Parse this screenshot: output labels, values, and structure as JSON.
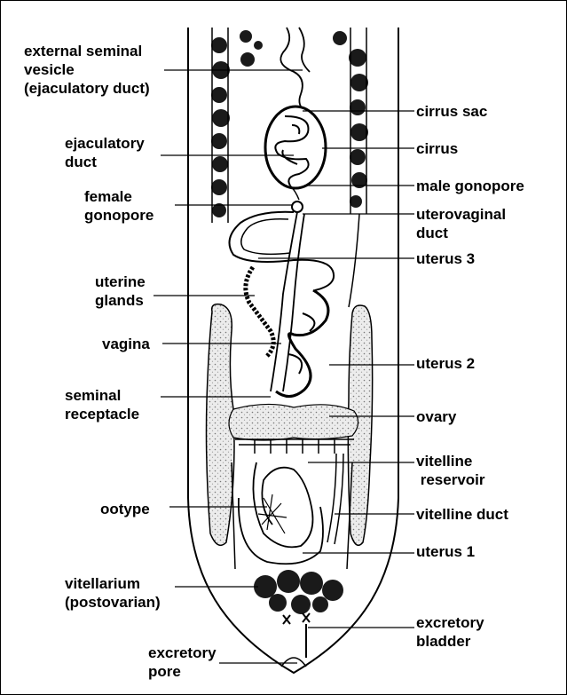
{
  "labels": {
    "external_seminal_vesicle": {
      "line1": "external seminal",
      "line2": "vesicle",
      "line3": "(ejaculatory duct)"
    },
    "ejaculatory_duct": {
      "line1": "ejaculatory",
      "line2": "duct"
    },
    "female_gonopore": {
      "line1": "female",
      "line2": "gonopore"
    },
    "uterine_glands": {
      "line1": "uterine",
      "line2": "glands"
    },
    "vagina": "vagina",
    "seminal_receptacle": {
      "line1": "seminal",
      "line2": "receptacle"
    },
    "ootype": "ootype",
    "vitellarium": {
      "line1": "vitellarium",
      "line2": "(postovarian)"
    },
    "excretory_pore": {
      "line1": "excretory",
      "line2": "pore"
    },
    "cirrus_sac": "cirrus sac",
    "cirrus": "cirrus",
    "male_gonopore": "male gonopore",
    "uterovaginal_duct": {
      "line1": "uterovaginal",
      "line2": "duct"
    },
    "uterus_3": "uterus 3",
    "uterus_2": "uterus 2",
    "ovary": "ovary",
    "vitelline_reservoir": {
      "line1": "vitelline",
      "line2": " reservoir"
    },
    "vitelline_duct": "vitelline duct",
    "uterus_1": "uterus 1",
    "excretory_bladder": {
      "line1": "excretory",
      "line2": "bladder"
    }
  }
}
